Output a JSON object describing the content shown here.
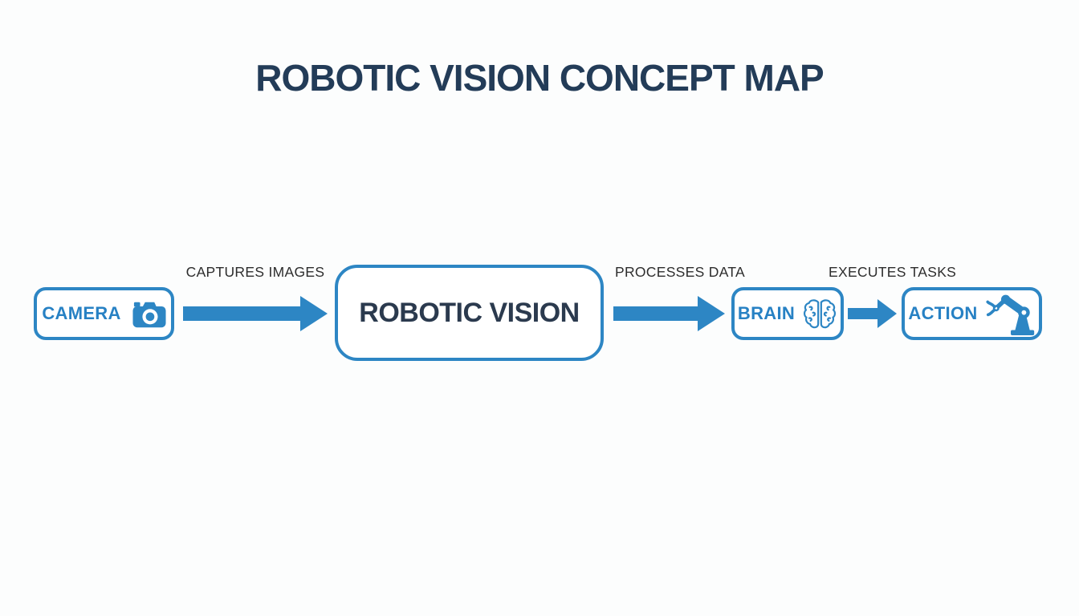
{
  "title": "ROBOTIC VISION CONCEPT MAP",
  "colors": {
    "accent_blue": "#2d86c4",
    "blue_text": "#2781c4",
    "title_navy": "#233c58",
    "main_node_text": "#2b3a4e",
    "edge_label_text": "#2d2d2d",
    "background": "#fcfdfd"
  },
  "diagram": {
    "nodes": [
      {
        "id": "camera",
        "label": "CAMERA",
        "icon": "camera-icon"
      },
      {
        "id": "robotic-vision",
        "label": "ROBOTIC VISION",
        "icon": null
      },
      {
        "id": "brain",
        "label": "BRAIN",
        "icon": "brain-icon"
      },
      {
        "id": "action",
        "label": "ACTION",
        "icon": "robot-arm-icon"
      }
    ],
    "edges": [
      {
        "from": "camera",
        "to": "robotic-vision",
        "label": "CAPTURES IMAGES"
      },
      {
        "from": "robotic-vision",
        "to": "brain",
        "label": "PROCESSES DATA"
      },
      {
        "from": "brain",
        "to": "action",
        "label": "EXECUTES TASKS"
      }
    ]
  }
}
